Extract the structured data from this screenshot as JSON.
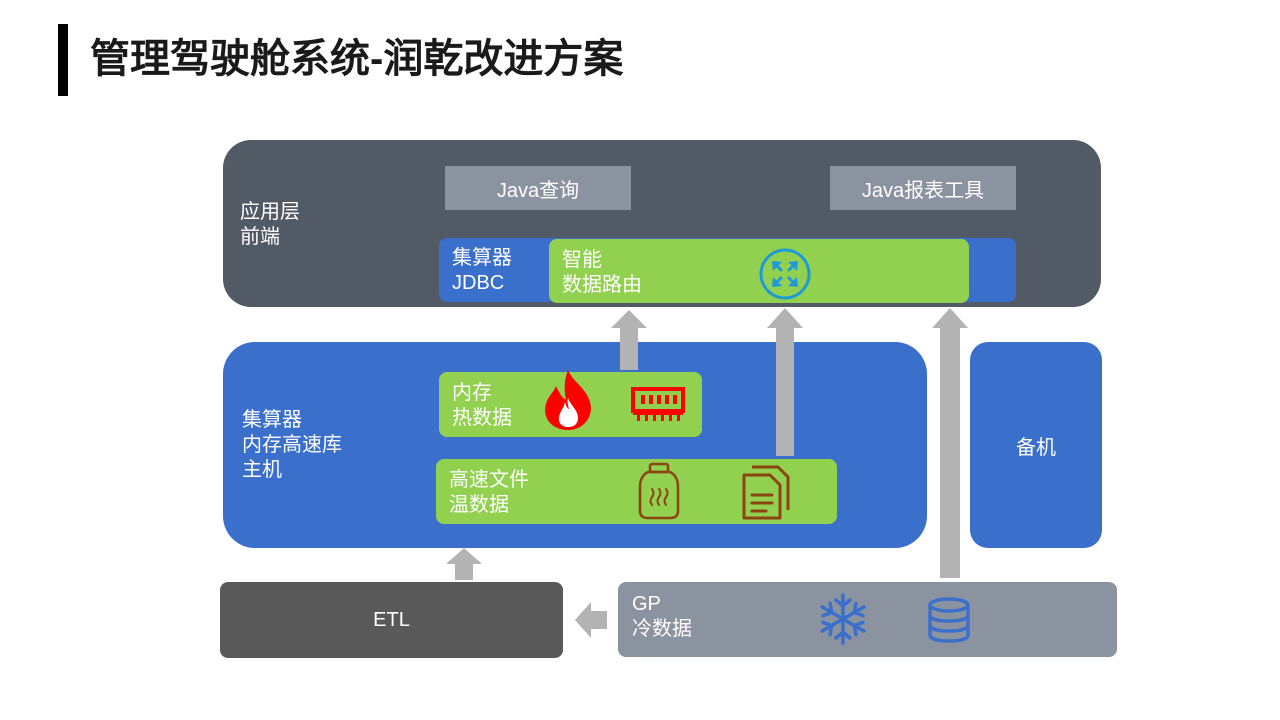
{
  "title": "管理驾驶舱系统-润乾改进方案",
  "app_layer": {
    "label": "应用层\n前端",
    "java_query": "Java查询",
    "java_report": "Java报表工具",
    "jdbc_label": "集算器\nJDBC",
    "router_label": "智能\n数据路由"
  },
  "host": {
    "label": "集算器\n内存高速库\n主机",
    "hot_label": "内存\n热数据",
    "warm_label": "高速文件\n温数据"
  },
  "backup": {
    "label": "备机"
  },
  "etl": {
    "label": "ETL"
  },
  "gp": {
    "label": "GP\n冷数据"
  },
  "icons": {
    "router": "router-icon",
    "flame": "flame-icon",
    "memory": "memory-chip-icon",
    "jar": "jar-icon",
    "files": "files-icon",
    "snowflake": "snowflake-icon",
    "database": "database-icon"
  },
  "colors": {
    "dark_slate": "#525a66",
    "gray_box": "#8b93a0",
    "blue": "#3a6fcc",
    "green": "#92d050",
    "arrow": "#b3b3b3",
    "etl_dark": "#595959",
    "flame_red": "#ff0000",
    "brown": "#8b4513",
    "router_blue": "#1e9ad6"
  }
}
